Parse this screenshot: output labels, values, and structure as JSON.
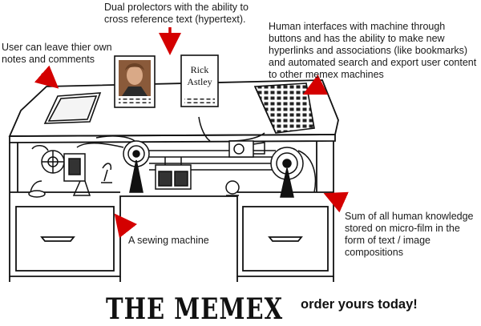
{
  "annotations": {
    "projectors": "Dual prolectors with the ability to cross reference text (hypertext).",
    "notes": "User can leave thier own notes and comments",
    "interface": "Human interfaces with machine through buttons and has the ability to make new hyperlinks and associations (like bookmarks) and automated search and export user content to other memex machines",
    "knowledge": "Sum of all human knowledge stored on micro-film in the form of text / image compositions",
    "sewing": "A sewing machine"
  },
  "screen_right": {
    "line1": "Rick",
    "line2": "Astley"
  },
  "footer": {
    "title": "THE MEMEX",
    "tagline": "order yours today!"
  },
  "colors": {
    "arrow": "#d40000",
    "ink": "#111111",
    "photo": "#8a5a3a"
  }
}
